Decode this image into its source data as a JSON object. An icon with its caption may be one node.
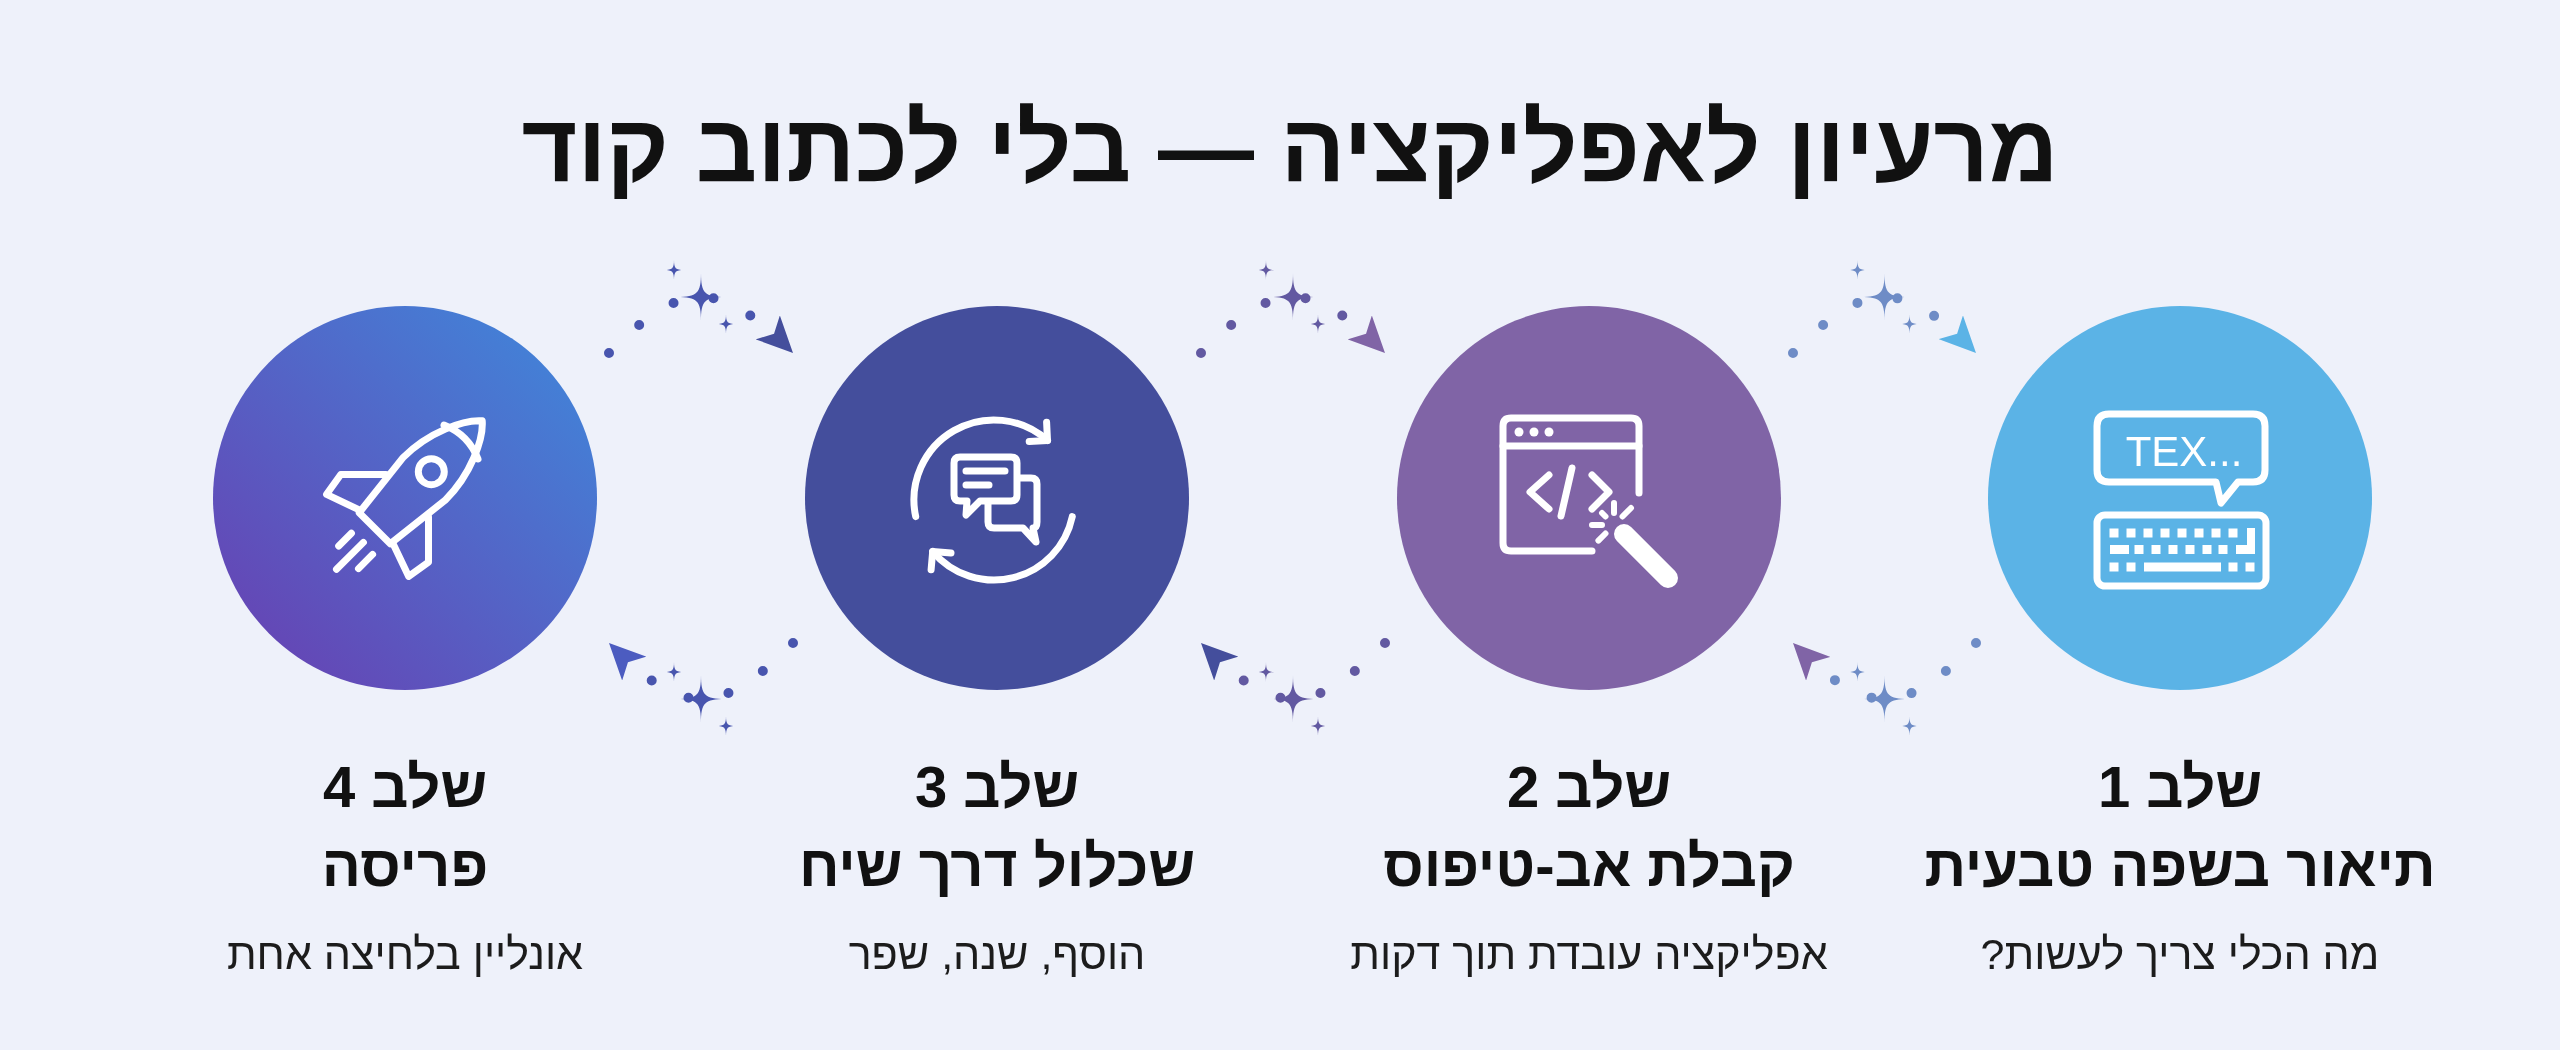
{
  "diagram": {
    "title": "מרעיון לאפליקציה — בלי לכתוב קוד",
    "nodes": [
      {
        "text": [
          "שלב 1",
          "תיאור בשפה טבעית",
          "מה הכלי צריך לעשות?"
        ]
      },
      {
        "text": [
          "שלב 2",
          "קבלת אב-טיפוס",
          "אפליקציה עובדת תוך דקות"
        ]
      },
      {
        "text": [
          "שלב 3",
          "שכלול דרך שיח",
          "הוסף, שנה, שפר"
        ]
      },
      {
        "text": [
          "שלב 4",
          "פריסה",
          "אונליין בלחיצה אחת"
        ]
      }
    ],
    "edges": [
      {
        "from": 1,
        "to": 0,
        "arrow": "to"
      },
      {
        "from": 0,
        "to": 1,
        "arrow": "to"
      },
      {
        "from": 2,
        "to": 1,
        "arrow": "to"
      },
      {
        "from": 1,
        "to": 2,
        "arrow": "to"
      },
      {
        "from": 3,
        "to": 2,
        "arrow": "to"
      },
      {
        "from": 2,
        "to": 3,
        "arrow": "to"
      }
    ],
    "labels": [
      "TEX..."
    ]
  }
}
